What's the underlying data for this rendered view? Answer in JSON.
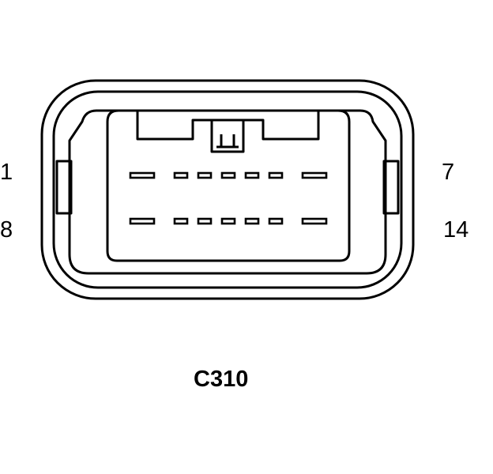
{
  "connector": {
    "id": "C310",
    "pin_labels": {
      "top_left": "1",
      "top_right": "7",
      "bottom_left": "8",
      "bottom_right": "14"
    },
    "rows": 2,
    "pins_per_row": 7
  },
  "colors": {
    "stroke": "#000000",
    "background": "#ffffff"
  }
}
